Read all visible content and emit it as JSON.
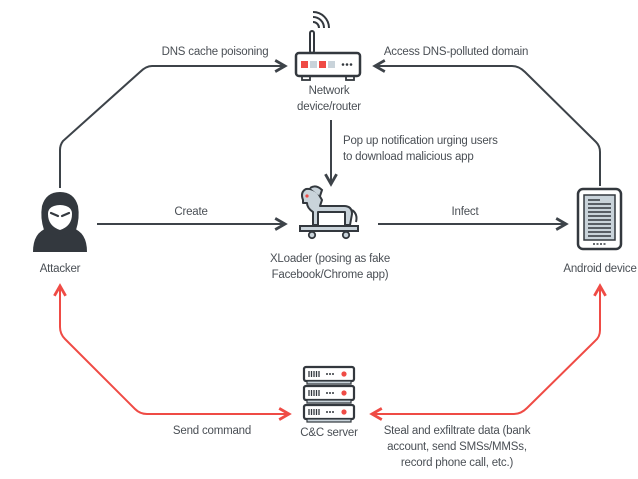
{
  "colors": {
    "line_dark": "#3d4349",
    "line_red": "#ef4b45",
    "icon_dark": "#33383e",
    "icon_fill_light": "#c9d3da",
    "icon_red": "#ef4b45",
    "text": "#4a4f55",
    "background": "#ffffff"
  },
  "nodes": {
    "attacker": {
      "icon": "hooded-hacker-icon",
      "label": "Attacker"
    },
    "router": {
      "icon": "wifi-router-icon",
      "label_line1": "Network",
      "label_line2": "device/router"
    },
    "xloader": {
      "icon": "trojan-horse-icon",
      "label_line1": "XLoader (posing as fake",
      "label_line2": "Facebook/Chrome app)"
    },
    "android": {
      "icon": "tablet-device-icon",
      "label": "Android device"
    },
    "cnc": {
      "icon": "server-rack-icon",
      "label": "C&C server"
    }
  },
  "edges": {
    "dns_poisoning": {
      "from": "Attacker",
      "to": "Network device/router",
      "label": "DNS cache poisoning",
      "color": "dark"
    },
    "access_domain": {
      "from": "Android device",
      "to": "Network device/router",
      "label": "Access DNS-polluted domain",
      "color": "dark"
    },
    "popup": {
      "from": "Network device/router",
      "to": "XLoader",
      "label_line1": "Pop up notification urging users",
      "label_line2": "to download malicious app",
      "color": "dark"
    },
    "create": {
      "from": "Attacker",
      "to": "XLoader",
      "label": "Create",
      "color": "dark"
    },
    "infect": {
      "from": "XLoader",
      "to": "Android device",
      "label": "Infect",
      "color": "dark"
    },
    "send_command": {
      "from": "Attacker",
      "to": "C&C server",
      "label": "Send command",
      "color": "red"
    },
    "exfiltrate": {
      "from": "Android device",
      "to": "C&C server",
      "label_line1": "Steal and exfiltrate data (bank",
      "label_line2": "account, send SMSs/MMSs,",
      "label_line3": "record phone call, etc.)",
      "color": "red"
    }
  }
}
